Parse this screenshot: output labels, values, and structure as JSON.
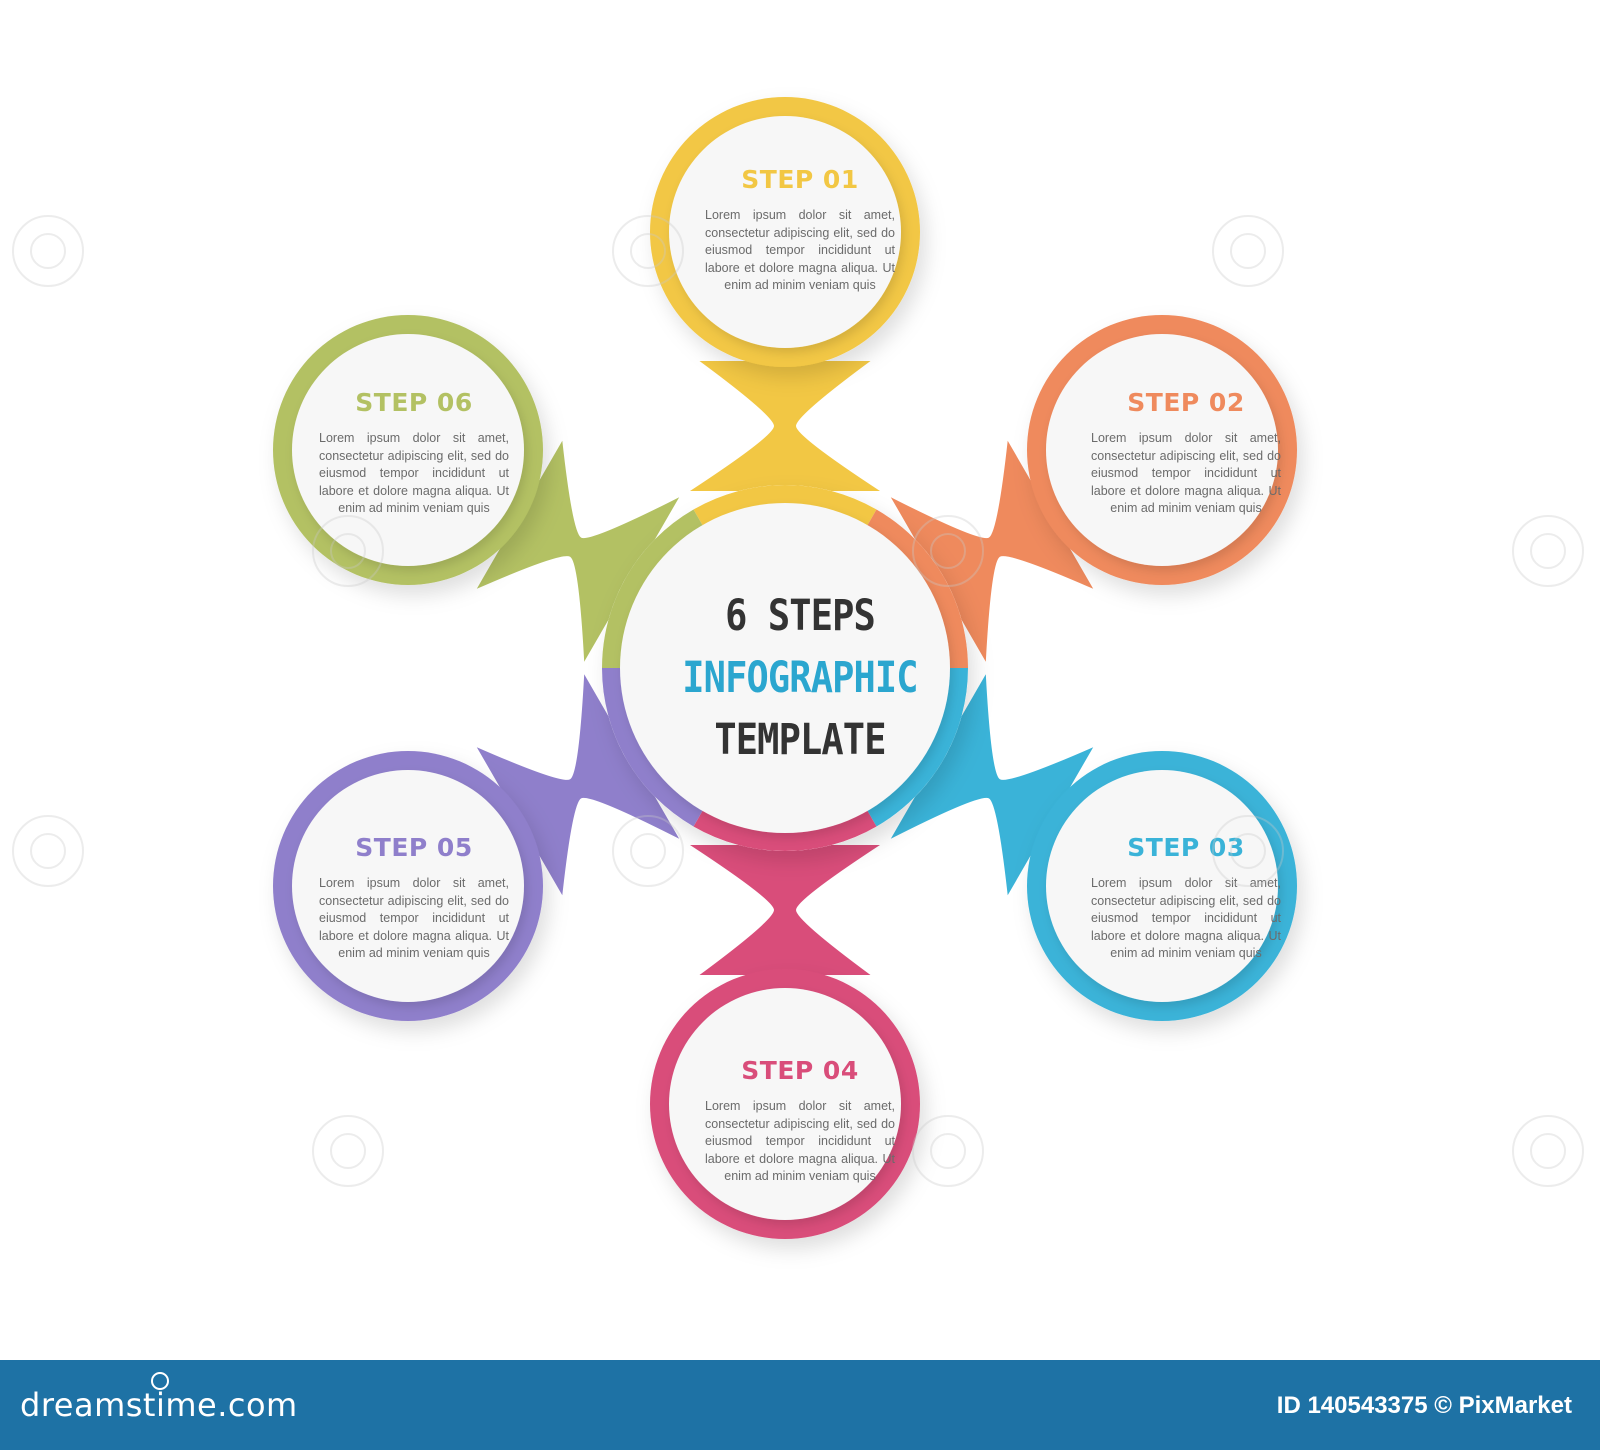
{
  "center": {
    "line1": "6 STEPS",
    "line2": "INFOGRAPHIC",
    "line3": "TEMPLATE",
    "line1_color": "#333333",
    "line2_color": "#2ba6cf",
    "line3_color": "#333333"
  },
  "steps": [
    {
      "title": "STEP 01",
      "color": "#f2c744",
      "body": "Lorem ipsum dolor sit amet, consectetur adipiscing elit, sed do eiusmod tempor incididunt ut labore et dolore magna aliqua. Ut enim ad minim veniam quis"
    },
    {
      "title": "STEP 02",
      "color": "#ef8a5d",
      "body": "Lorem ipsum dolor sit amet, consectetur adipiscing elit, sed do eiusmod tempor incididunt ut labore et dolore magna aliqua. Ut enim ad minim veniam quis"
    },
    {
      "title": "STEP 03",
      "color": "#3ab3d8",
      "body": "Lorem ipsum dolor sit amet, consectetur adipiscing elit, sed do eiusmod tempor incididunt ut labore et dolore magna aliqua. Ut enim ad minim veniam quis"
    },
    {
      "title": "STEP 04",
      "color": "#d94d7a",
      "body": "Lorem ipsum dolor sit amet, consectetur adipiscing elit, sed do eiusmod tempor incididunt ut labore et dolore magna aliqua. Ut enim ad minim veniam quis"
    },
    {
      "title": "STEP 05",
      "color": "#8f7fcb",
      "body": "Lorem ipsum dolor sit amet, consectetur adipiscing elit, sed do eiusmod tempor incididunt ut labore et dolore magna aliqua. Ut enim ad minim veniam quis"
    },
    {
      "title": "STEP 06",
      "color": "#b3c163",
      "body": "Lorem ipsum dolor sit amet, consectetur adipiscing elit, sed do eiusmod tempor incididunt ut labore et dolore magna aliqua. Ut enim ad minim veniam quis"
    }
  ],
  "footer": {
    "site": "dreamstime.com",
    "id_text": "ID 140543375 © PixMarket",
    "color": "#1e72a5"
  }
}
